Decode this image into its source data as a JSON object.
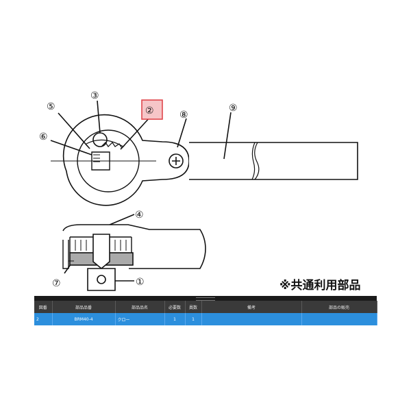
{
  "diagram": {
    "part_labels": [
      "①",
      "②",
      "③",
      "④",
      "⑤",
      "⑥",
      "⑦",
      "⑧",
      "⑨"
    ],
    "highlighted_part": "②",
    "highlight_color": "#e0474c",
    "common_parts_note": "※共通利用部品"
  },
  "table": {
    "headers": [
      "図番",
      "部品品番",
      "部品品名",
      "必要数",
      "員数",
      "備考",
      "部品の販売"
    ],
    "rows": [
      [
        "2",
        "BRM40-4",
        "クロー",
        "1",
        "1",
        "",
        ""
      ]
    ],
    "selected_row_color": "#2c8fdd"
  }
}
